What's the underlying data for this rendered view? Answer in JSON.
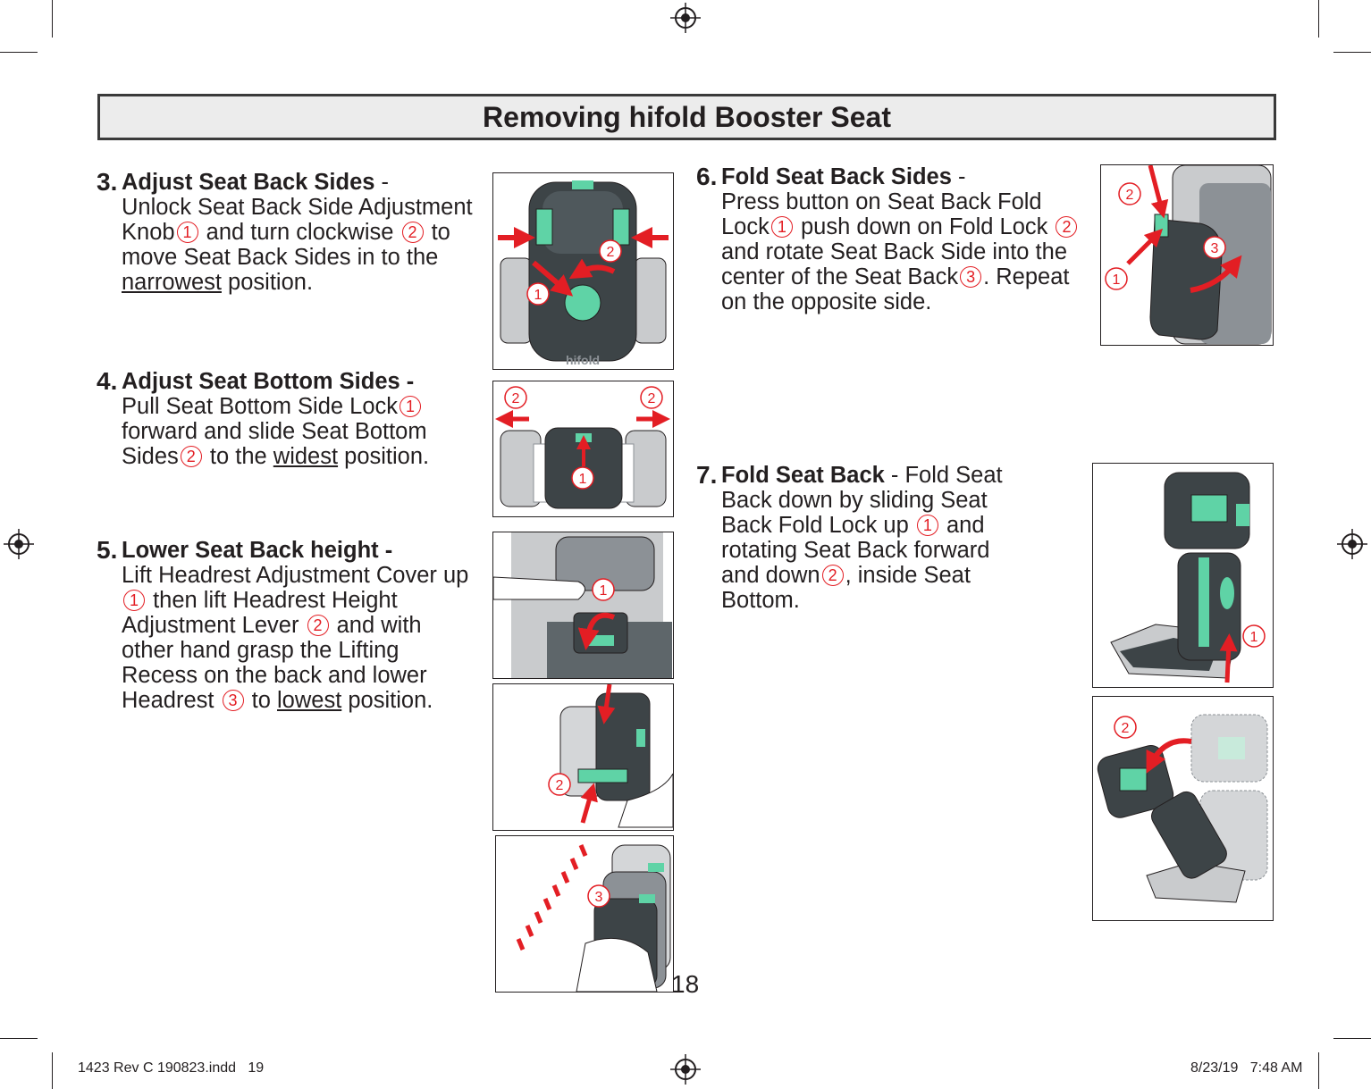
{
  "title": "Removing hifold Booster Seat",
  "steps": {
    "s3": {
      "num": "3.",
      "heading": "Adjust Seat Back Sides",
      "after_heading": " -",
      "t1": "Unlock Seat Back Side Adjustment Knob",
      "t2": " and turn clockwise ",
      "t3": " to move Seat Back Sides in to the ",
      "u1": "narrowest",
      "t4": " position."
    },
    "s4": {
      "num": "4.",
      "heading": "Adjust Seat Bottom Sides -",
      "t1": "Pull Seat Bottom Side Lock",
      "t2": " forward and slide Seat Bottom Sides",
      "t3": " to the ",
      "u1": "widest",
      "t4": " position."
    },
    "s5": {
      "num": "5.",
      "heading": "Lower Seat Back height -",
      "t1": "Lift Headrest Adjustment Cover up ",
      "t2": " then lift Headrest Height Adjustment Lever ",
      "t3": " and with other hand grasp the Lifting Recess on the back and lower Headrest ",
      "t4": " to ",
      "u1": "lowest",
      "t5": " position."
    },
    "s6": {
      "num": "6.",
      "heading": "Fold Seat Back Sides",
      "after_heading": " -",
      "t1": "Press button on Seat Back Fold Lock",
      "t2": " push down on Fold Lock ",
      "t3": "and rotate Seat Back Side into the center of the Seat Back",
      "t4": ". Repeat on the opposite side."
    },
    "s7": {
      "num": "7.",
      "heading": "Fold Seat Back",
      "t1": " - Fold Seat Back down by sliding Seat Back Fold Lock up ",
      "t2": " and rotating Seat Back forward and down",
      "t3": ", inside Seat Bottom."
    }
  },
  "circled": {
    "one": "1",
    "two": "2",
    "three": "3"
  },
  "figures": {
    "hifold_logo": "hifold"
  },
  "page_number": "18",
  "footer": {
    "file": "1423 Rev C 190823.indd   19",
    "datetime": "8/23/19   7:48 AM"
  },
  "colors": {
    "accent_red": "#e31e24",
    "accent_green": "#5fd3a6",
    "seat_dark": "#3d4447",
    "seat_mid": "#8c9196",
    "seat_light": "#d4d6d8"
  }
}
